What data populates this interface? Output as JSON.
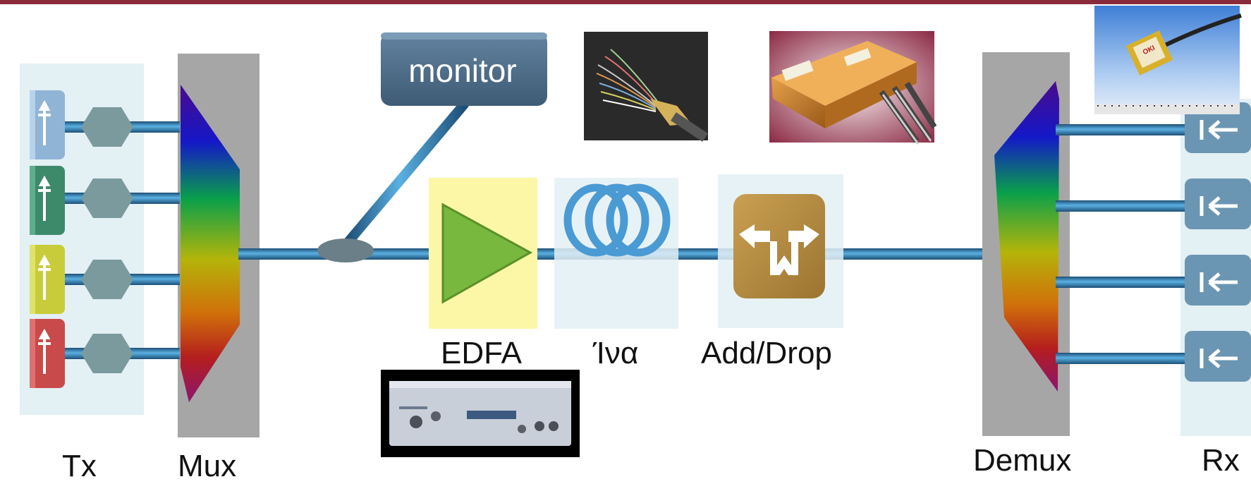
{
  "diagram": {
    "labels": {
      "tx": "Tx",
      "mux": "Mux",
      "monitor": "monitor",
      "edfa": "EDFA",
      "fiber": "Ίνα",
      "add_drop": "Add/Drop",
      "demux": "Demux",
      "rx": "Rx"
    },
    "transmitters": [
      {
        "color": "#8fb4d6"
      },
      {
        "color": "#3d8a6a"
      },
      {
        "color": "#c8cc3a"
      },
      {
        "color": "#c94a4a"
      }
    ],
    "receivers": [
      {},
      {},
      {},
      {}
    ],
    "photo_labels": {
      "laser_brand": "OKI"
    },
    "colors": {
      "fiber": "#3c8ac0",
      "panel": "#e3f0f4",
      "mux_body": "#a6a6a6",
      "monitor_box": "#4f6c86",
      "edfa_bg": "#fbf7a6",
      "edfa_triangle": "#78b83e",
      "add_drop": "#b58a3d",
      "top_bar": "#8a2b3c"
    }
  }
}
